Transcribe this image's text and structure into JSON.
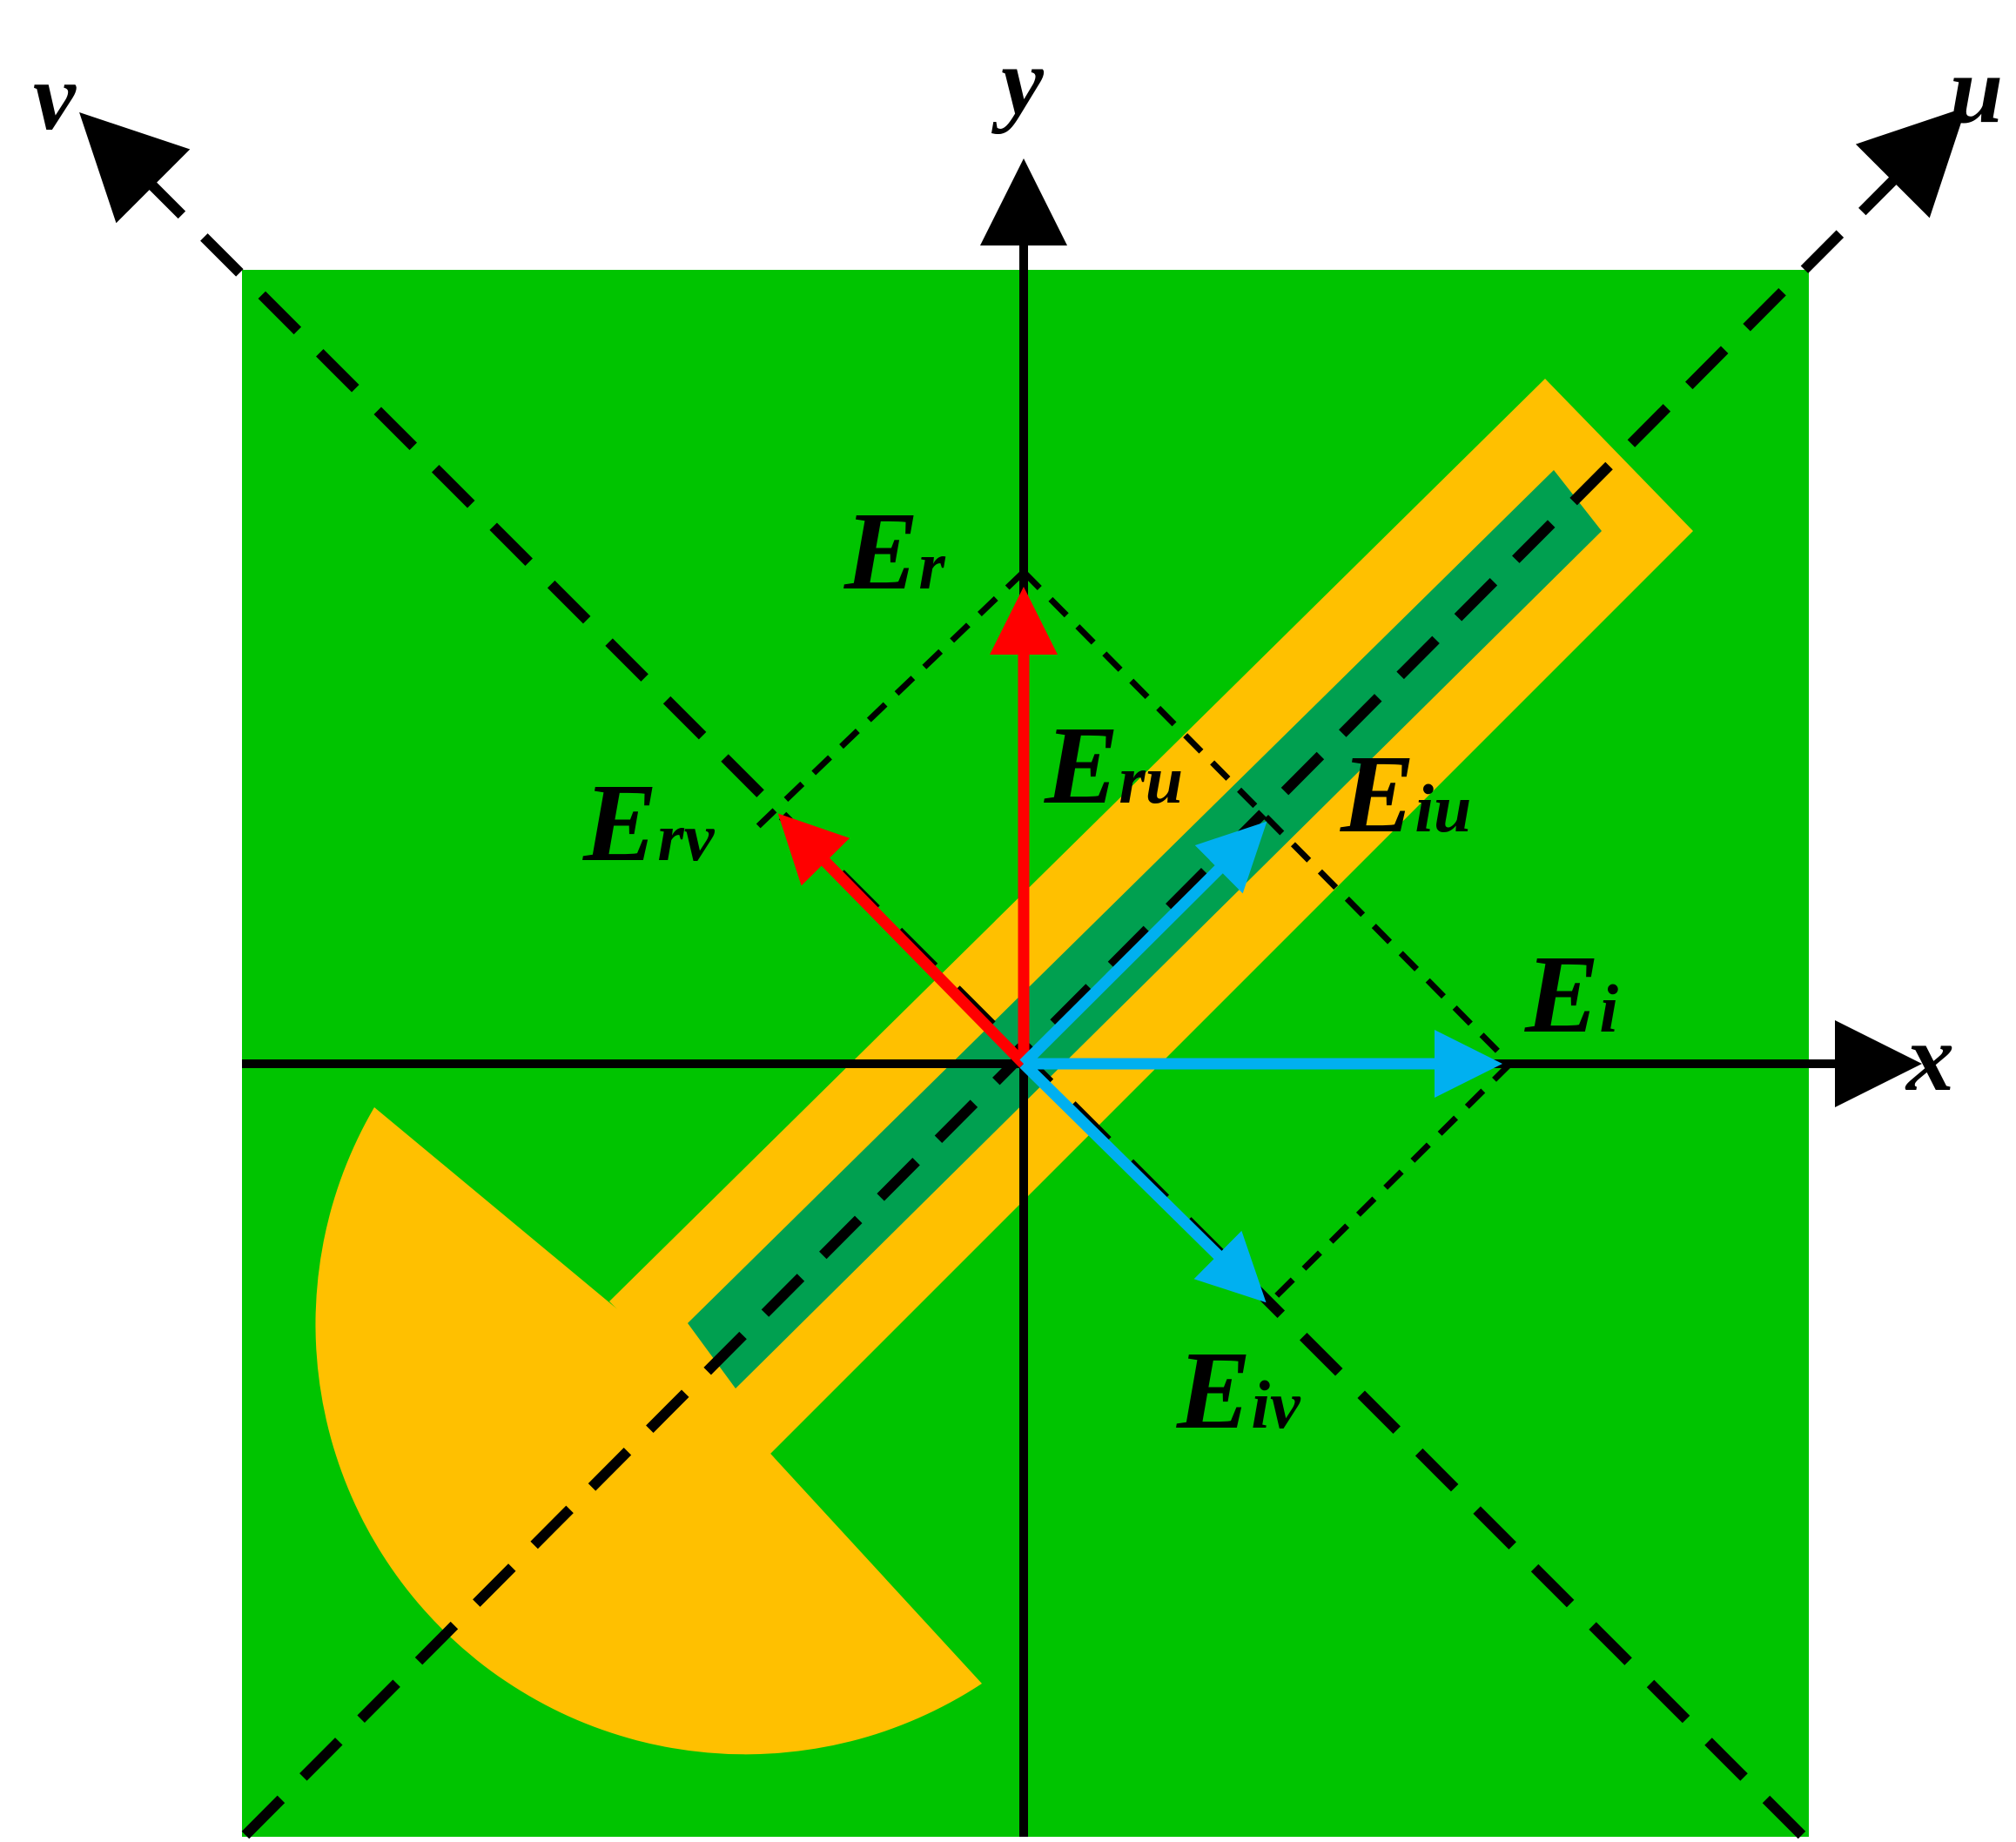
{
  "colors": {
    "background": "#00c400",
    "metal": "#ffc000",
    "slot": "#00a050",
    "axis": "#000000",
    "reflected": "#ff0000",
    "incident": "#00b0f0"
  },
  "axes": {
    "x": "x",
    "y": "y",
    "u": "u",
    "v": "v"
  },
  "vectors": {
    "Er": {
      "main": "E",
      "sub": "r"
    },
    "Eru": {
      "main": "E",
      "sub": "ru"
    },
    "Erv": {
      "main": "E",
      "sub": "rv"
    },
    "Ei": {
      "main": "E",
      "sub": "i"
    },
    "Eiu": {
      "main": "E",
      "sub": "iu"
    },
    "Eiv": {
      "main": "E",
      "sub": "iv"
    }
  }
}
